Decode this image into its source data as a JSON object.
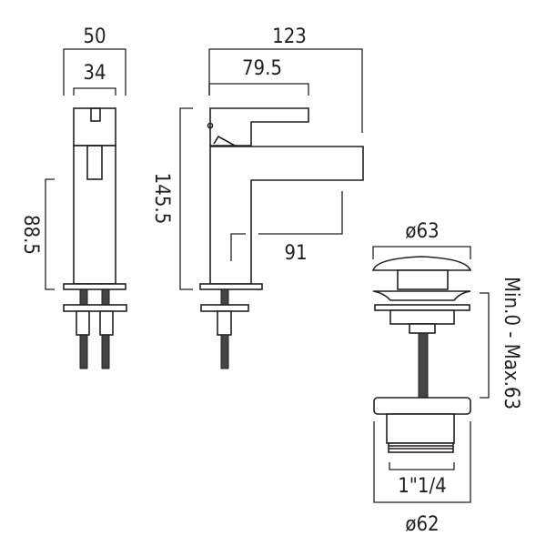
{
  "title": "Basin tap and click-clack waste dimensions",
  "colors": {
    "line": "#231f20",
    "background": "#ffffff"
  },
  "side_view": {
    "overall_width": "50",
    "body_width": "34",
    "body_height": "88.5"
  },
  "front_view": {
    "overall_projection": "123",
    "lever_length": "79.5",
    "overall_height": "145.5",
    "spout_reach": "91"
  },
  "waste": {
    "cap_diameter": "ø63",
    "thread_size": "1\"1/4",
    "flange_diameter": "ø62",
    "height_range": "Min.0 - Max.63"
  }
}
